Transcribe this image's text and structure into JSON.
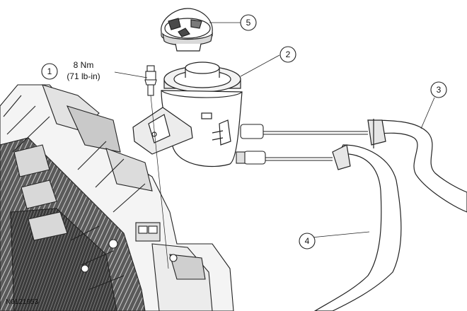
{
  "figure": {
    "id_label": "N0121953"
  },
  "callouts": [
    {
      "num": "1"
    },
    {
      "num": "2"
    },
    {
      "num": "3"
    },
    {
      "num": "4"
    },
    {
      "num": "5"
    }
  ],
  "torque_spec": {
    "metric": "8 Nm",
    "imperial": "(71 lb-in)"
  },
  "colors": {
    "line": "#222222",
    "background": "#ffffff",
    "shade_light": "#e6e6e6",
    "shade_mid": "#bdbdbd",
    "shade_dark": "#4a4a4a"
  }
}
